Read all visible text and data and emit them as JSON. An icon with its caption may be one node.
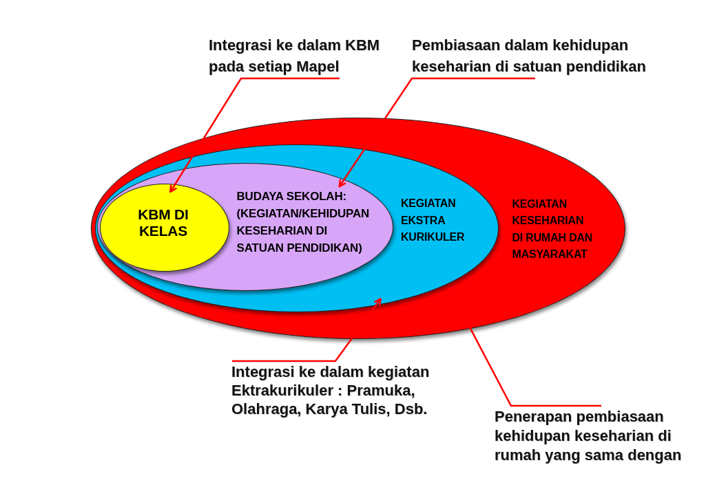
{
  "diagram": {
    "nodes": [
      {
        "text": [
          "Integrasi ke dalam KBM pada setiap Mapel"
        ]
      },
      {
        "text": [
          "Pembiasaan dalam kehidupan keseharian di satuan pendidikan"
        ]
      },
      {
        "text": [
          "KEGIATAN KESEHARIAN DI RUMAH DAN MASYARAKAT"
        ]
      },
      {
        "text": [
          "KEGIATAN EKSTRA KURIKULER"
        ],
        "in": 2
      },
      {
        "text": [
          "BUDAYA SEKOLAH: (KEGIATAN/KEHIDUPAN KESEHARIAN DI SATUAN PENDIDIKAN)"
        ],
        "in": 3
      },
      {
        "text": [
          "KBM DI KELAS"
        ],
        "in": 4
      },
      {
        "text": [
          "Integrasi ke dalam kegiatan Ektrakurikuler : Pramuka, Olahraga, Karya Tulis, Dsb."
        ]
      },
      {
        "text": [
          "Penerapan pembiasaan kehidupan keseharian di rumah yang sama dengan"
        ]
      }
    ],
    "edges": [
      {
        "from": 0,
        "to": 5,
        "arrow": "to"
      },
      {
        "from": 1,
        "to": 4,
        "arrow": "to"
      },
      {
        "from": 6,
        "to": 3,
        "arrow": "to"
      },
      {
        "from": 7,
        "to": 2,
        "arrow": "none"
      }
    ]
  }
}
